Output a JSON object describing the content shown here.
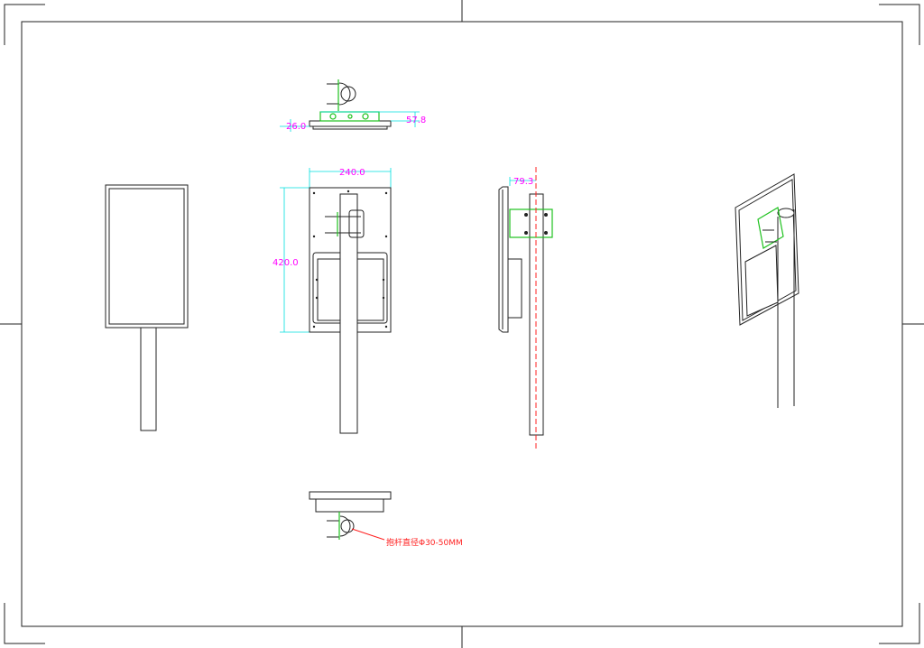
{
  "drawing": {
    "dimensions": {
      "width": "240.0",
      "height": "420.0",
      "plate_thickness": "26.0",
      "total_depth": "57.8",
      "pole_offset": "79.3"
    },
    "note": "抱杆直径Φ30-50MM",
    "colors": {
      "outline": "#222222",
      "dimension_line": "#00e0e0",
      "dimension_text": "#ff00ff",
      "bracket": "#1fc21f",
      "centerline": "#ff2020"
    }
  }
}
